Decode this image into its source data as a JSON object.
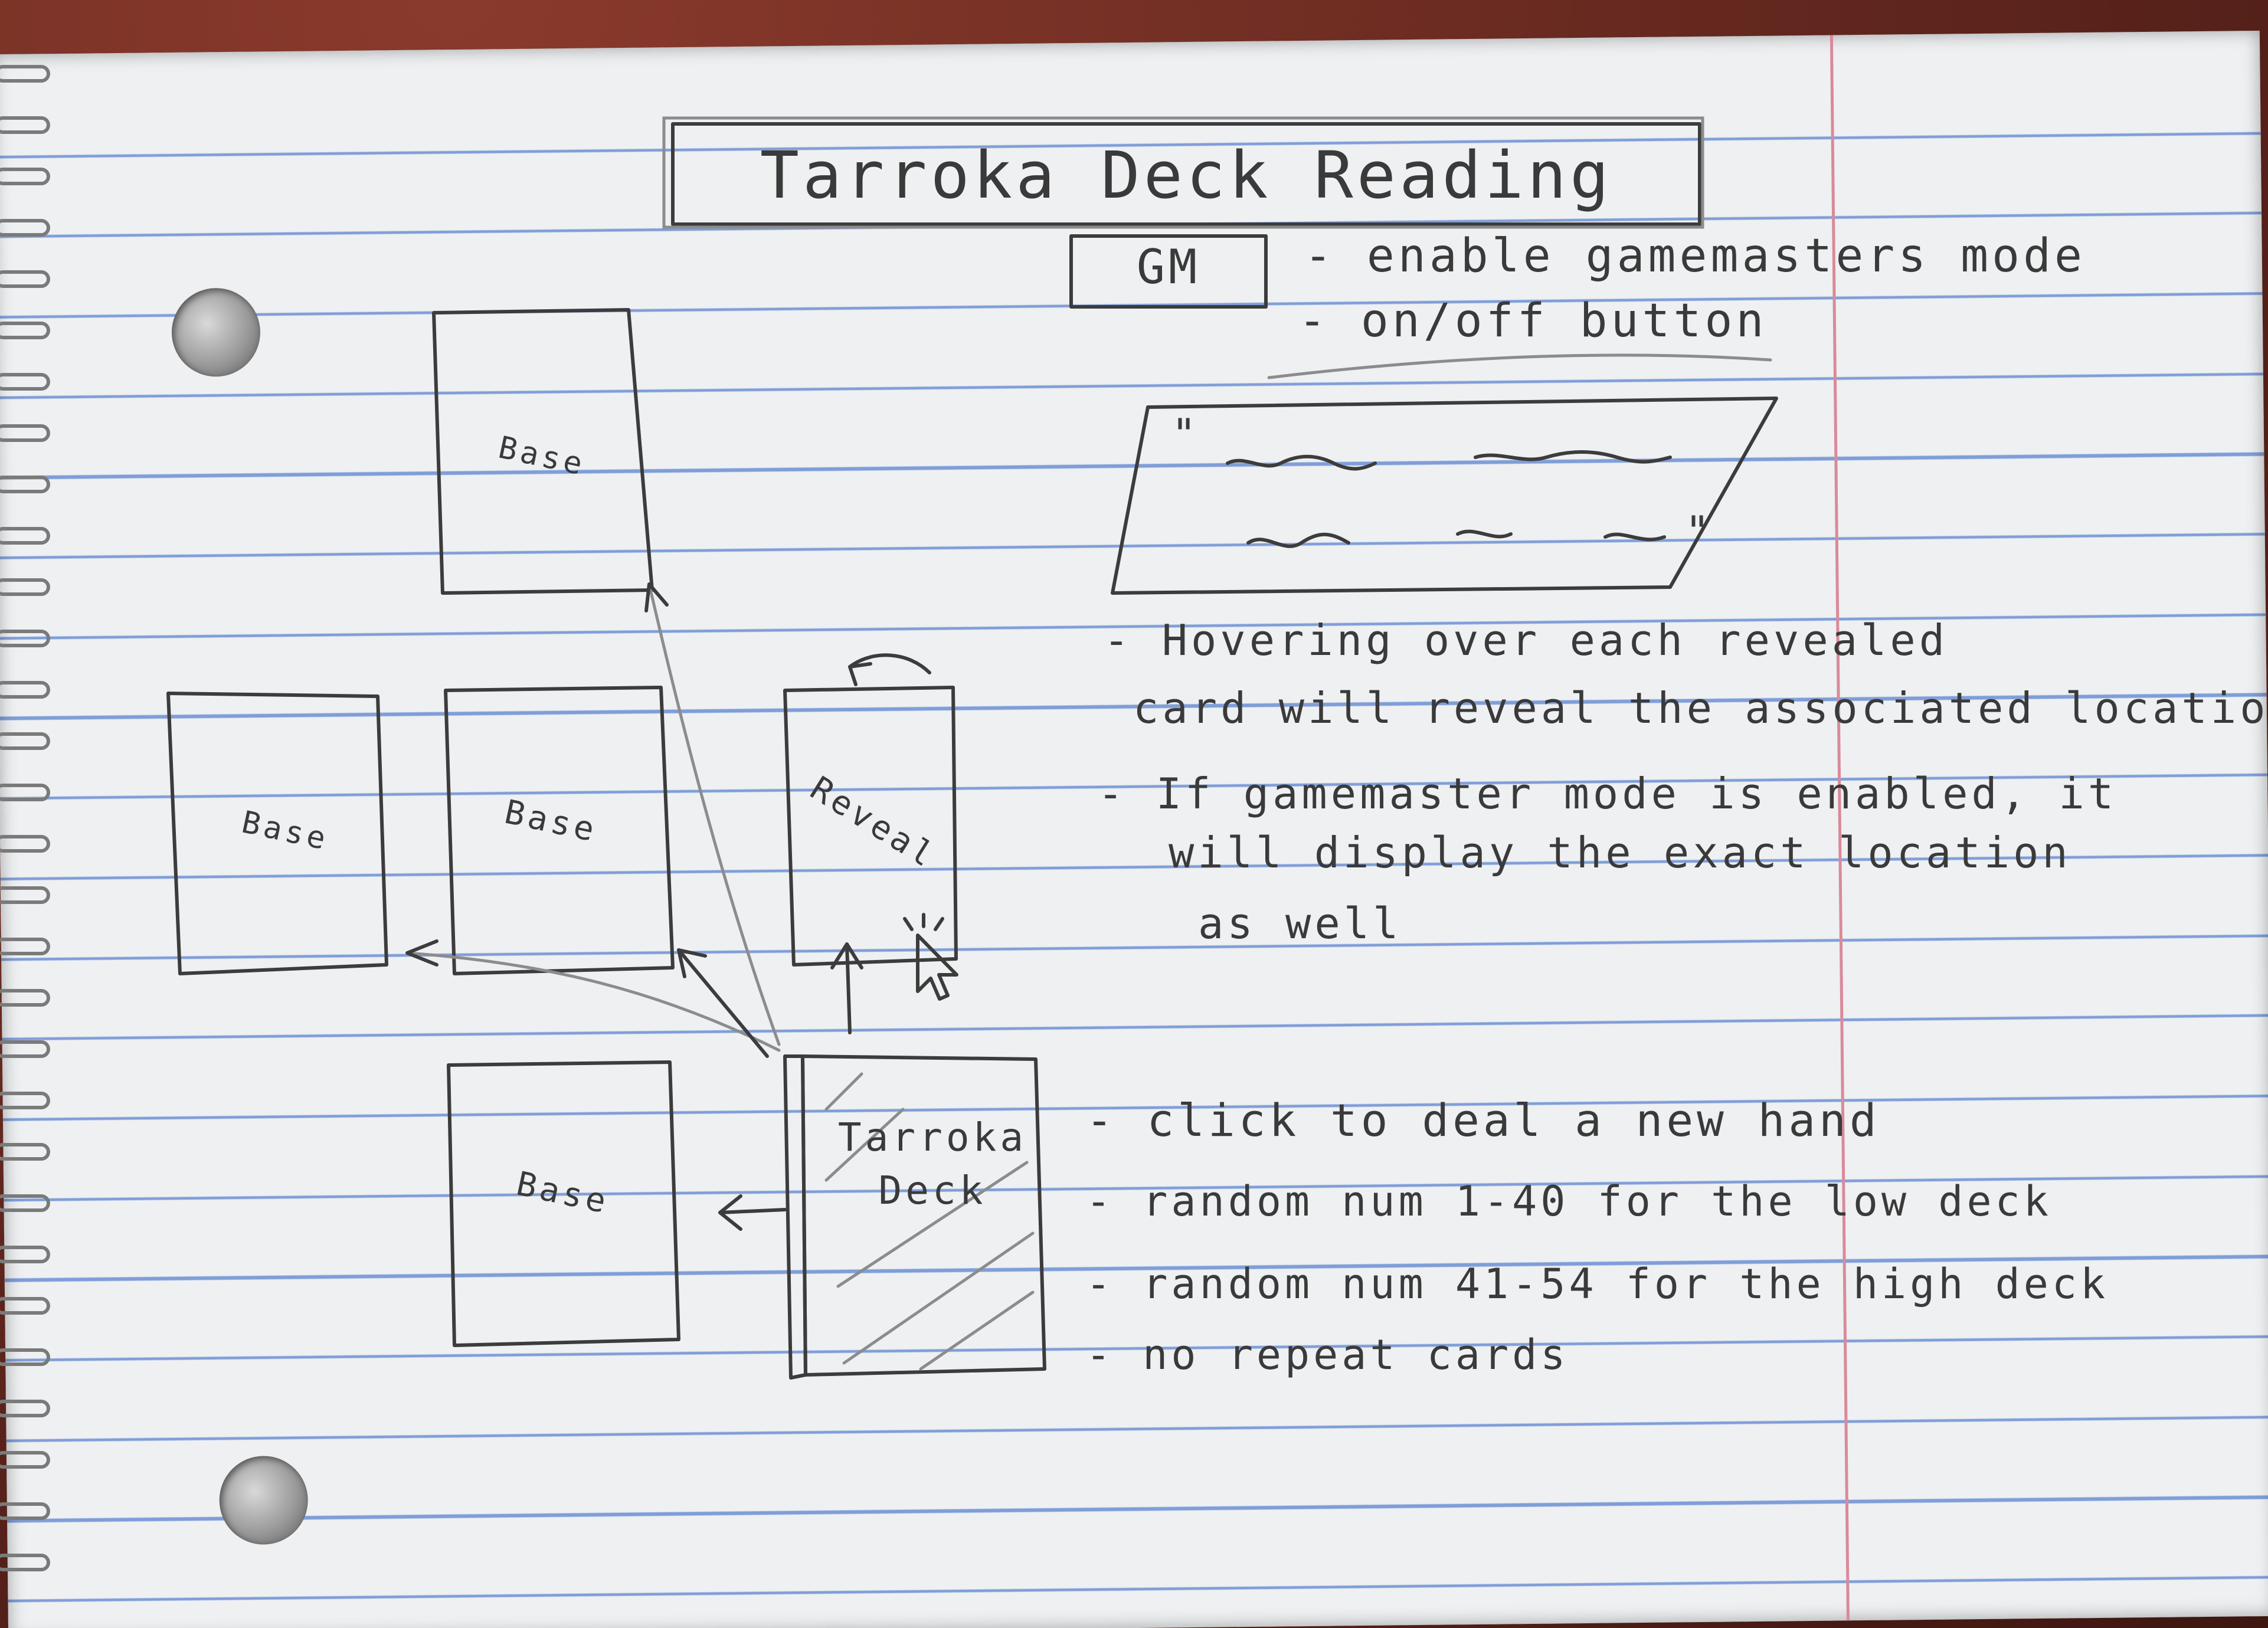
{
  "header": {
    "title": "Tarroka Deck Reading"
  },
  "gm_control": {
    "button_label": "GM",
    "notes": [
      "- enable gamemasters mode",
      "- on/off button"
    ]
  },
  "tooltip_box": {
    "quote_open": "\"",
    "quote_close": "\""
  },
  "reveal_notes": {
    "lines": [
      "- Hovering over each revealed",
      "card will reveal the associated location",
      "- If gamemaster mode is enabled, it",
      "will display the exact location",
      "as well"
    ]
  },
  "cards": {
    "top": "Base",
    "left": "Base",
    "center": "Base",
    "right": "Reveal",
    "bottom": "Base"
  },
  "deck": {
    "label_line1": "Tarroka",
    "label_line2": "Deck"
  },
  "deck_notes": {
    "lines": [
      "- click to deal a new hand",
      "- random num 1-40 for the low deck",
      "- random num 41-54 for the high deck",
      "- no repeat cards"
    ]
  },
  "colors": {
    "paper": "#eef0f2",
    "rule_line": "#7f9ed8",
    "margin_line": "#d98a9a",
    "pencil": "#3a3a3a",
    "background": "#6b2a22"
  }
}
